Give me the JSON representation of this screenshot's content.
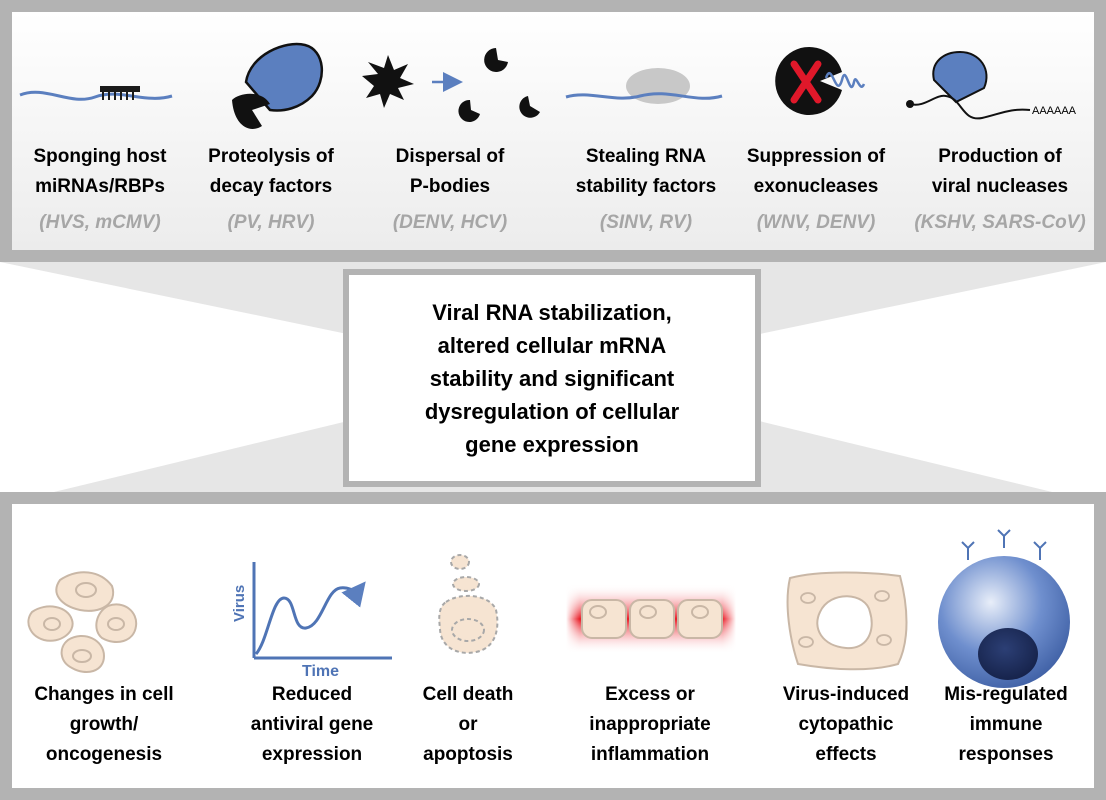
{
  "center_box": {
    "lines": [
      "Viral RNA stabilization,",
      "altered cellular mRNA",
      "stability and significant",
      "dysregulation of cellular",
      "gene expression"
    ]
  },
  "mechanisms": [
    {
      "label": [
        "Sponging host",
        "miRNAs/RBPs"
      ],
      "examples": "(HVS, mCMV)",
      "icon": "rna-sponge-icon"
    },
    {
      "label": [
        "Proteolysis of",
        "decay factors"
      ],
      "examples": "(PV, HRV)",
      "icon": "protease-icon"
    },
    {
      "label": [
        "Dispersal of",
        "P-bodies"
      ],
      "examples": "(DENV, HCV)",
      "icon": "p-body-dispersal-icon"
    },
    {
      "label": [
        "Stealing RNA",
        "stability factors"
      ],
      "examples": "(SINV, RV)",
      "icon": "bound-rna-icon"
    },
    {
      "label": [
        "Suppression of",
        "exonucleases"
      ],
      "examples": "(WNV, DENV)",
      "icon": "blocked-exonuclease-icon"
    },
    {
      "label": [
        "Production of",
        "viral nucleases"
      ],
      "examples": "(KSHV, SARS-CoV)",
      "icon": "viral-nuclease-icon"
    }
  ],
  "poly_a_text": "AAAAAA",
  "outcomes": [
    {
      "label": [
        "Changes in cell",
        "growth/",
        "oncogenesis"
      ],
      "icon": "cells-icon"
    },
    {
      "label": [
        "Reduced",
        "antiviral gene",
        "expression"
      ],
      "icon": "virus-time-graph-icon"
    },
    {
      "label": [
        "Cell death",
        "or",
        "apoptosis"
      ],
      "icon": "apoptotic-cell-icon"
    },
    {
      "label": [
        "Excess or",
        "inappropriate",
        "inflammation"
      ],
      "icon": "inflamed-cells-icon"
    },
    {
      "label": [
        "Virus-induced",
        "cytopathic",
        "effects"
      ],
      "icon": "cytopathic-cell-icon"
    },
    {
      "label": [
        "Mis-regulated",
        "immune",
        "responses"
      ],
      "icon": "immune-cell-icon"
    }
  ],
  "graph": {
    "x_label": "Time",
    "y_label": "Virus"
  },
  "colors": {
    "frame_gray": "#b3b3b3",
    "panel_fill": "#f2f2f2",
    "rna_blue": "#5b7fbf",
    "cell_fill": "#f6e4d2",
    "cell_stroke": "#c9b7a6",
    "example_gray": "#a6a6a6",
    "inflammation_red": "#e8101a",
    "cross_red": "#e0182a"
  }
}
